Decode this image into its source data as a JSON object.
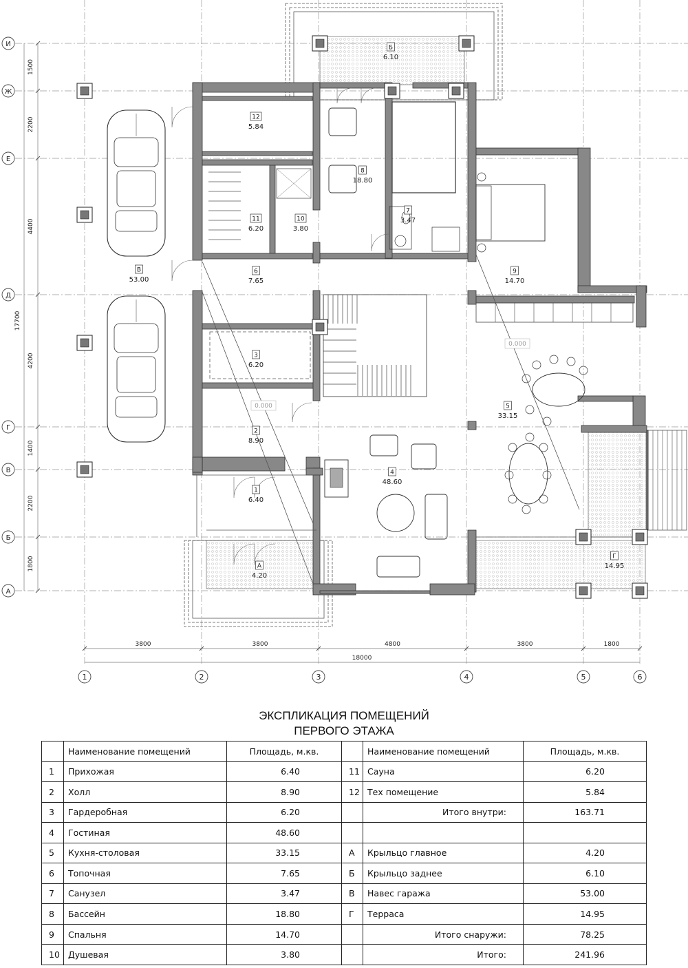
{
  "grid": {
    "rows": [
      "И",
      "Ж",
      "Е",
      "Д",
      "Г",
      "В",
      "Б",
      "А"
    ],
    "cols": [
      "1",
      "2",
      "3",
      "4",
      "5",
      "6"
    ],
    "col_dims": [
      "3800",
      "3800",
      "4800",
      "3800",
      "1800"
    ],
    "total_width": "18000",
    "row_dims": [
      "1500",
      "2200",
      "4400",
      "4200",
      "1400",
      "2200",
      "1800"
    ],
    "total_height": "17700"
  },
  "rooms": [
    {
      "num": "1",
      "area": "6.40"
    },
    {
      "num": "2",
      "area": "8.90"
    },
    {
      "num": "3",
      "area": "6.20"
    },
    {
      "num": "4",
      "area": "48.60"
    },
    {
      "num": "5",
      "area": "33.15"
    },
    {
      "num": "6",
      "area": "7.65"
    },
    {
      "num": "7",
      "area": "3.47"
    },
    {
      "num": "8",
      "area": "18.80"
    },
    {
      "num": "9",
      "area": "14.70"
    },
    {
      "num": "10",
      "area": "3.80"
    },
    {
      "num": "11",
      "area": "6.20"
    },
    {
      "num": "12",
      "area": "5.84"
    },
    {
      "num": "А",
      "area": "4.20"
    },
    {
      "num": "Б",
      "area": "6.10"
    },
    {
      "num": "В",
      "area": "53.00"
    },
    {
      "num": "Г",
      "area": "14.95"
    }
  ],
  "level_marks": [
    "0.000",
    "0.000"
  ],
  "table": {
    "title_line1": "ЭКСПЛИКАЦИЯ ПОМЕЩЕНИЙ",
    "title_line2": "ПЕРВОГО ЭТАЖА",
    "header_name": "Наименование помещений",
    "header_area": "Площадь, м.кв.",
    "left_rows": [
      {
        "n": "1",
        "name": "Прихожая",
        "area": "6.40"
      },
      {
        "n": "2",
        "name": "Холл",
        "area": "8.90"
      },
      {
        "n": "3",
        "name": "Гардеробная",
        "area": "6.20"
      },
      {
        "n": "4",
        "name": "Гостиная",
        "area": "48.60"
      },
      {
        "n": "5",
        "name": "Кухня-столовая",
        "area": "33.15"
      },
      {
        "n": "6",
        "name": "Топочная",
        "area": "7.65"
      },
      {
        "n": "7",
        "name": "Санузел",
        "area": "3.47"
      },
      {
        "n": "8",
        "name": "Бассейн",
        "area": "18.80"
      },
      {
        "n": "9",
        "name": "Спальня",
        "area": "14.70"
      },
      {
        "n": "10",
        "name": "Душевая",
        "area": "3.80"
      }
    ],
    "right_rows": [
      {
        "n": "11",
        "name": "Сауна",
        "area": "6.20"
      },
      {
        "n": "12",
        "name": "Тех помещение",
        "area": "5.84"
      },
      {
        "n": "",
        "name": "Итого внутри:",
        "area": "163.71",
        "total": true
      },
      {
        "n": "",
        "name": "",
        "area": ""
      },
      {
        "n": "А",
        "name": "Крыльцо главное",
        "area": "4.20"
      },
      {
        "n": "Б",
        "name": "Крыльцо заднее",
        "area": "6.10"
      },
      {
        "n": "В",
        "name": "Навес гаража",
        "area": "53.00"
      },
      {
        "n": "Г",
        "name": "Терраса",
        "area": "14.95"
      },
      {
        "n": "",
        "name": "Итого снаружи:",
        "area": "78.25",
        "total": true
      },
      {
        "n": "",
        "name": "Итого:",
        "area": "241.96",
        "total": true
      }
    ]
  }
}
